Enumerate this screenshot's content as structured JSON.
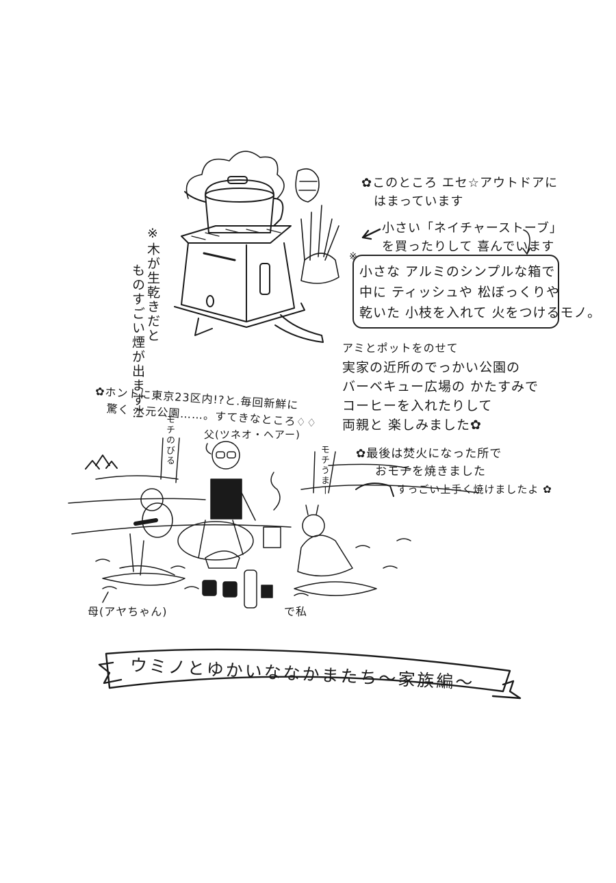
{
  "title_banner": "ウミノとゆかいななかまたち〜家族編〜",
  "intro": {
    "lines": [
      "✿このところ エセ☆アウトドアに",
      "はまっています"
    ]
  },
  "stove_note": {
    "lines": [
      "小さい「ネイチャーストーブ」",
      "を買ったりして 喜んでいます"
    ]
  },
  "stove_box": {
    "mark": "※",
    "lines": [
      "小さな アルミのシンプルな箱で",
      "中に ティッシュや 松ぼっくりや",
      "乾いた 小枝を入れて 火をつけるモノ。"
    ]
  },
  "smoke_note": {
    "lines": [
      "※木が生乾きだと",
      "ものすごい煙が出ます!!"
    ]
  },
  "park_story": {
    "lines": [
      "アミとポットをのせて",
      "実家の近所のでっかい公園の",
      "バーベキュー広場の かたすみで",
      "コーヒーを入れたりして",
      "両親と 楽しみました✿"
    ]
  },
  "park_caption": {
    "lines": [
      "✿ホントに東京23区内!?と.毎回新鮮に",
      "驚く 水元公園……。すてきなところ♢♢"
    ]
  },
  "mochi_note": {
    "lines": [
      "✿最後は焚火になった所で",
      "おモチを焼きました",
      "すっごい上手く焼けましたよ ✿"
    ]
  },
  "labels": {
    "father": "父(ツネオ・ヘアー)",
    "mother": "母(アヤちゃん)",
    "me": "で私",
    "mochi_stretch": "モチのびる",
    "mochi_yum": "モチうまー"
  }
}
